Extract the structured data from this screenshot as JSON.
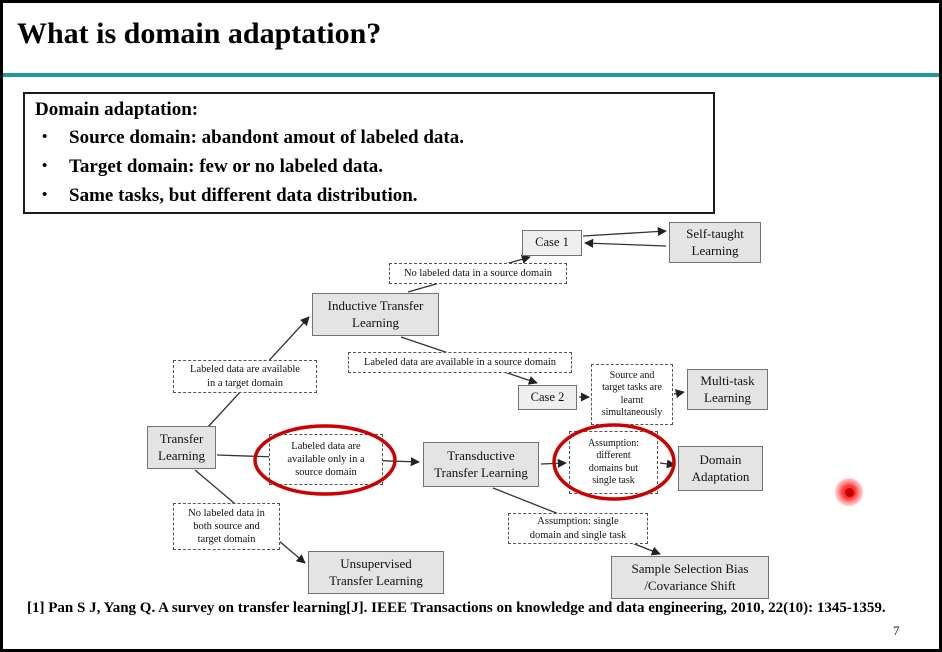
{
  "slide": {
    "title": "What is domain adaptation?",
    "citation": "[1] Pan S J, Yang Q. A survey on transfer learning[J]. IEEE Transactions on knowledge and data engineering, 2010, 22(10): 1345-1359.",
    "page_number": "7"
  },
  "definition_box": {
    "heading": "Domain adaptation:",
    "bullet_char": "•",
    "bullets": [
      "Source domain: abandont amout of labeled data.",
      "Target domain: few or no labeled data.",
      "Same tasks, but different data distribution."
    ]
  },
  "diagram": {
    "nodes": {
      "transfer": "Transfer\nLearning",
      "inductive": "Inductive Transfer\nLearning",
      "transductive": "Transductive\nTransfer Learning",
      "unsupervised": "Unsupervised\nTransfer Learning",
      "case1": "Case 1",
      "case2": "Case 2",
      "self_taught": "Self-taught\nLearning",
      "multi_task": "Multi-task\nLearning",
      "domain_adaptation": "Domain\nAdaptation",
      "sample_selection": "Sample Selection Bias\n/Covariance Shift",
      "labeled_target": "Labeled data are available\nin a target domain",
      "no_labeled_source": "No labeled data in a source domain",
      "labeled_source": "Labeled data are available in a source domain",
      "labeled_only_source": "Labeled data are\navailable only in a\nsource domain",
      "source_target_tasks": "Source and\ntarget tasks are\nlearnt\nsimultaneously",
      "assumption_diff": "Assumption:\ndifferent\ndomains but\nsingle task",
      "assumption_single": "Assumption: single\ndomain and single task",
      "no_labeled_both": "No labeled data in\nboth source and\ntarget domain"
    }
  },
  "colors": {
    "divider_teal": "#1f9b9b",
    "annotation_red": "#cc0000",
    "laser_red": "#ff2020"
  }
}
